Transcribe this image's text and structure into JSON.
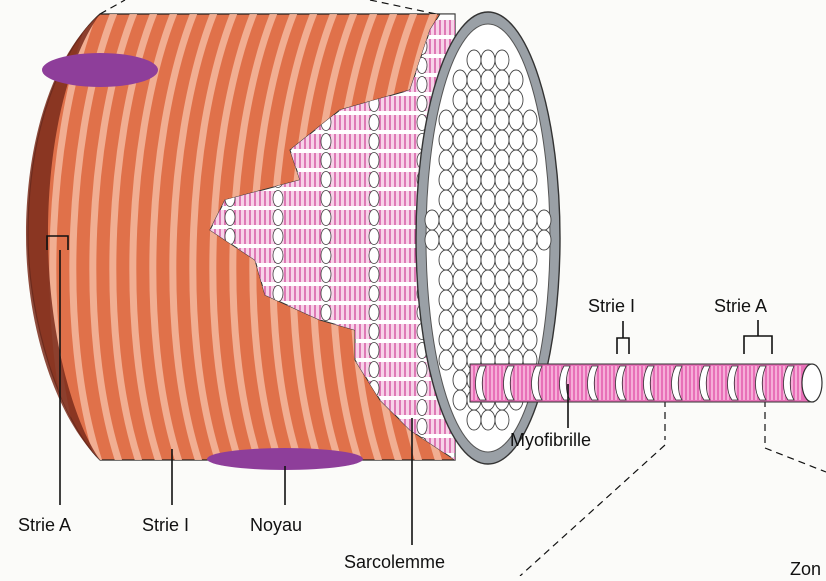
{
  "labels": {
    "strie_a_left": "Strie A",
    "strie_i_left": "Strie I",
    "noyau": "Noyau",
    "sarcolemme": "Sarcolemme",
    "myofibrille": "Myofibrille",
    "strie_i_right": "Strie I",
    "strie_a_right": "Strie A",
    "zone_cut": "Zon"
  },
  "colors": {
    "fiber": "#e0714a",
    "stripe": "#f3b59a",
    "nucleus": "#8e3e9a",
    "myofibril_band": "#d04a9a",
    "sarcolemma_edge": "#9aa0a6",
    "background": "#fbfbf9",
    "line": "#111111"
  },
  "myofibril_segment_count": 12,
  "nucleus_count": 2
}
